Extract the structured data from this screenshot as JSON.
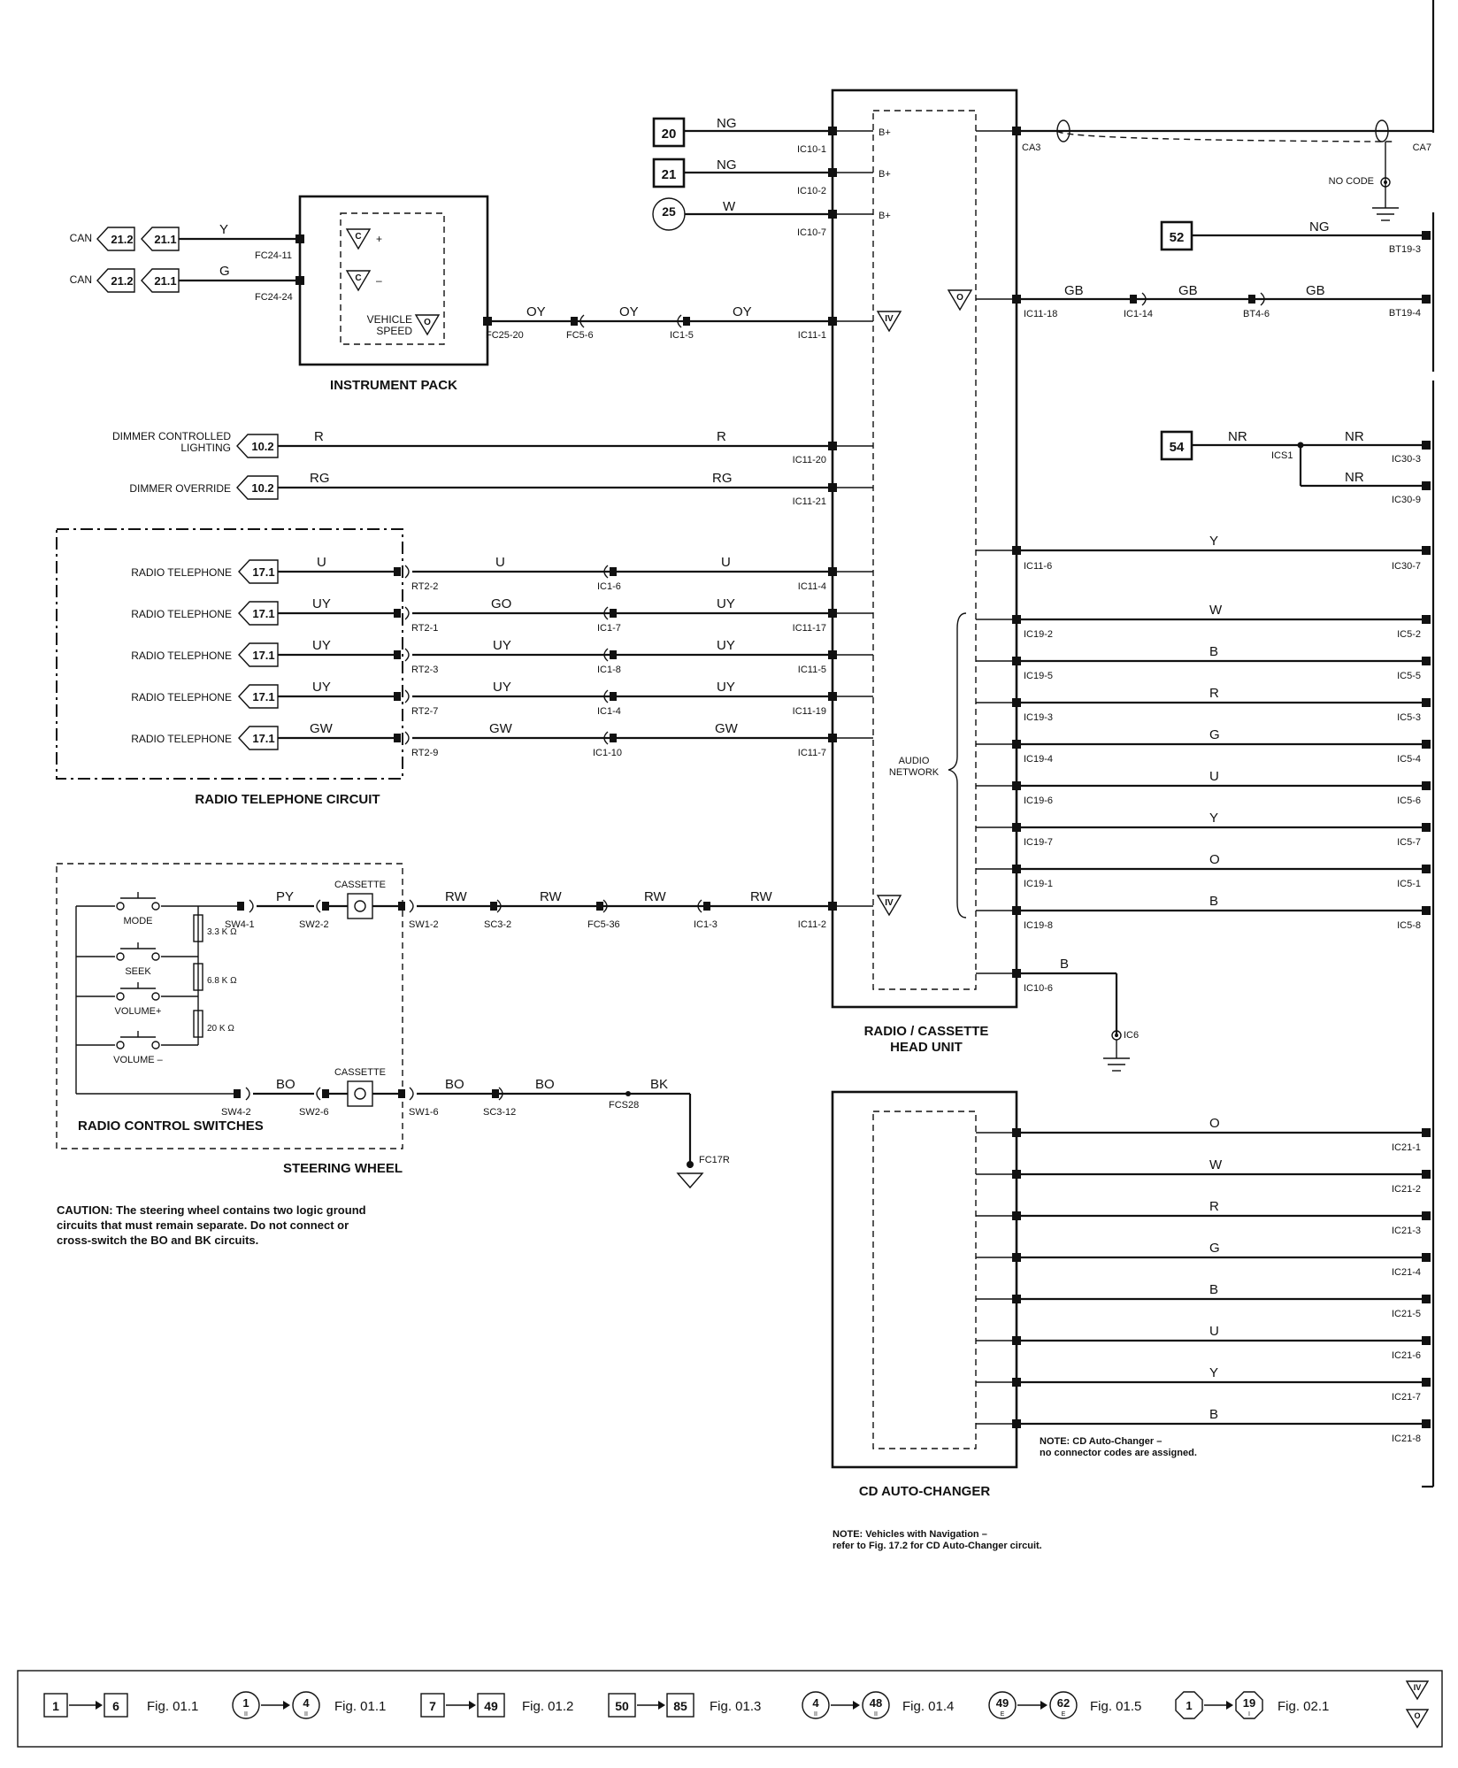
{
  "components": {
    "instrument_pack": "INSTRUMENT PACK",
    "radio_telephone_circuit": "RADIO TELEPHONE CIRCUIT",
    "radio_control_switches": "RADIO CONTROL SWITCHES",
    "steering_wheel": "STEERING WHEEL",
    "head_unit_line1": "RADIO / CASSETTE",
    "head_unit_line2": "HEAD UNIT",
    "cd_autochanger": "CD AUTO-CHANGER",
    "audio_network_line1": "AUDIO",
    "audio_network_line2": "NETWORK",
    "vehicle_line1": "VEHICLE",
    "vehicle_line2": "SPEED",
    "no_code": "NO CODE",
    "cassette_1": "CASSETTE",
    "cassette_2": "CASSETTE"
  },
  "switches": {
    "mode": "MODE",
    "seek": "SEEK",
    "volume_plus": "VOLUME+",
    "volume_minus": "VOLUME –",
    "r1": "3.3 K Ω",
    "r2": "6.8 K Ω",
    "r3": "20 K Ω"
  },
  "refs": {
    "can": "CAN",
    "r212": "21.2",
    "r211": "21.1",
    "r102": "10.2",
    "r171": "17.1",
    "dimmer_controlled_1": "DIMMER CONTROLLED",
    "dimmer_controlled_2": "LIGHTING",
    "dimmer_override": "DIMMER OVERRIDE",
    "radio_telephone": "RADIO TELEPHONE",
    "s20": "20",
    "s21": "21",
    "s25": "25",
    "s52": "52",
    "s54": "54"
  },
  "pins": {
    "bplus": "B+",
    "cplus": "C",
    "cminus": "C",
    "iv": "IV",
    "o": "O"
  },
  "wires": {
    "ng": "NG",
    "w": "W",
    "y": "Y",
    "g": "G",
    "oy": "OY",
    "r": "R",
    "rg": "RG",
    "u": "U",
    "uy": "UY",
    "go": "GO",
    "gw": "GW",
    "py": "PY",
    "rw": "RW",
    "bo": "BO",
    "bk": "BK",
    "gb": "GB",
    "nr": "NR",
    "b": "B",
    "o": "O"
  },
  "connectors": {
    "ic10_1": "IC10-1",
    "ic10_2": "IC10-2",
    "ic10_7": "IC10-7",
    "fc24_11": "FC24-11",
    "fc24_24": "FC24-24",
    "fc25_20": "FC25-20",
    "fc5_6": "FC5-6",
    "ic1_5": "IC1-5",
    "ic11_1": "IC11-1",
    "ic11_20": "IC11-20",
    "ic11_21": "IC11-21",
    "rt2_2": "RT2-2",
    "rt2_1": "RT2-1",
    "rt2_3": "RT2-3",
    "rt2_7": "RT2-7",
    "rt2_9": "RT2-9",
    "ic1_6": "IC1-6",
    "ic1_7": "IC1-7",
    "ic1_8": "IC1-8",
    "ic1_4": "IC1-4",
    "ic1_10": "IC1-10",
    "ic11_4": "IC11-4",
    "ic11_17": "IC11-17",
    "ic11_5": "IC11-5",
    "ic11_19": "IC11-19",
    "ic11_7": "IC11-7",
    "sw4_1": "SW4-1",
    "sw2_2": "SW2-2",
    "sw1_2": "SW1-2",
    "sc3_2": "SC3-2",
    "fc5_36": "FC5-36",
    "ic1_3": "IC1-3",
    "ic11_2": "IC11-2",
    "sw4_2": "SW4-2",
    "sw2_6": "SW2-6",
    "sw1_6": "SW1-6",
    "sc3_12": "SC3-12",
    "fcs28": "FCS28",
    "fc17r": "FC17R",
    "ca3": "CA3",
    "ca7": "CA7",
    "bt19_3": "BT19-3",
    "ic11_18": "IC11-18",
    "ic1_14": "IC1-14",
    "bt4_6": "BT4-6",
    "bt19_4": "BT19-4",
    "ics1": "ICS1",
    "ic30_3": "IC30-3",
    "ic30_9": "IC30-9",
    "ic11_6": "IC11-6",
    "ic30_7": "IC30-7",
    "ic19_2": "IC19-2",
    "ic5_2": "IC5-2",
    "ic19_5": "IC19-5",
    "ic5_5": "IC5-5",
    "ic19_3": "IC19-3",
    "ic5_3": "IC5-3",
    "ic19_4": "IC19-4",
    "ic5_4": "IC5-4",
    "ic19_6": "IC19-6",
    "ic5_6": "IC5-6",
    "ic19_7": "IC19-7",
    "ic5_7": "IC5-7",
    "ic19_1": "IC19-1",
    "ic5_1": "IC5-1",
    "ic19_8": "IC19-8",
    "ic5_8": "IC5-8",
    "ic10_6": "IC10-6",
    "ic6": "IC6",
    "ic21_1": "IC21-1",
    "ic21_2": "IC21-2",
    "ic21_3": "IC21-3",
    "ic21_4": "IC21-4",
    "ic21_5": "IC21-5",
    "ic21_6": "IC21-6",
    "ic21_7": "IC21-7",
    "ic21_8": "IC21-8"
  },
  "notes": {
    "caution_1": "CAUTION: The steering wheel contains two logic ground",
    "caution_2": "circuits that must remain separate.  Do not connect or",
    "caution_3": "cross-switch the BO and BK circuits.",
    "cd_note_1": "NOTE: CD Auto-Changer –",
    "cd_note_2": "no connector codes are assigned.",
    "nav_note_1": "NOTE: Vehicles with Navigation –",
    "nav_note_2": "refer to Fig. 17.2 for CD Auto-Changer circuit."
  },
  "legend": [
    {
      "from": "1",
      "to": "6",
      "fig": "Fig. 01.1"
    },
    {
      "from": "1",
      "from_sub": "II",
      "to": "4",
      "to_sub": "II",
      "fig": "Fig. 01.1"
    },
    {
      "from": "7",
      "to": "49",
      "fig": "Fig. 01.2"
    },
    {
      "from": "50",
      "to": "85",
      "fig": "Fig. 01.3"
    },
    {
      "from": "4",
      "from_sub": "II",
      "to": "48",
      "to_sub": "II",
      "fig": "Fig. 01.4"
    },
    {
      "from": "49",
      "from_sub": "E",
      "to": "62",
      "to_sub": "E",
      "fig": "Fig. 01.5"
    },
    {
      "from": "1",
      "to": "19",
      "to_sub": "I",
      "fig": "Fig. 02.1"
    }
  ]
}
